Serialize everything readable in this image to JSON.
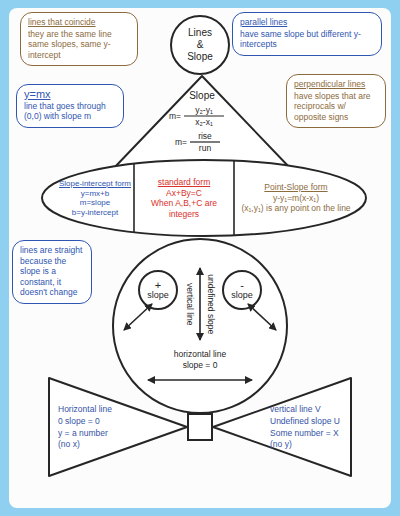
{
  "diagram": {
    "nodes": [
      {
        "text": [
          "lines that coincide",
          "they are the same line same slopes, same y-intercept"
        ]
      },
      {
        "text": [
          "Lines & Slope"
        ]
      },
      {
        "text": [
          "parallel lines",
          "have same slope but different y-intercepts"
        ]
      },
      {
        "text": [
          "Slope",
          "m=",
          "y₂-y₁",
          "x₂-x₁",
          "m=",
          "rise",
          "run"
        ]
      },
      {
        "text": [
          "y=mx",
          "line that goes through (0,0) with slope m"
        ]
      },
      {
        "text": [
          "perpendicular lines",
          "have slopes that are reciprocals w/ opposite signs"
        ]
      },
      {
        "text": [
          "lines are straight because the slope is a constant, it doesn't change"
        ]
      },
      {
        "text": [
          "Slope-intercept form",
          "y=mx+b",
          "m=slope",
          "b=y-intercept"
        ]
      },
      {
        "text": [
          "standard form",
          "Ax+By=C",
          "When A,B,+C are integers"
        ]
      },
      {
        "text": [
          "Point-Slope form",
          "y-y₁=m(x-x₁)",
          "(x₁,y₁) is any point on the line"
        ]
      },
      {
        "text": [
          "vertical line",
          "undefined slope",
          "horizontal line",
          "slope = 0"
        ]
      },
      {
        "text": [
          "+",
          "slope"
        ],
        "in": 10
      },
      {
        "text": [
          "-",
          "slope"
        ],
        "in": 10
      },
      {
        "text": [
          "Horizontal line",
          "0 slope = 0",
          "y = a number (no x)"
        ]
      },
      {
        "text": [
          "vertical line V",
          "Undefined slope U",
          "Some number = X (no y)"
        ]
      }
    ]
  }
}
